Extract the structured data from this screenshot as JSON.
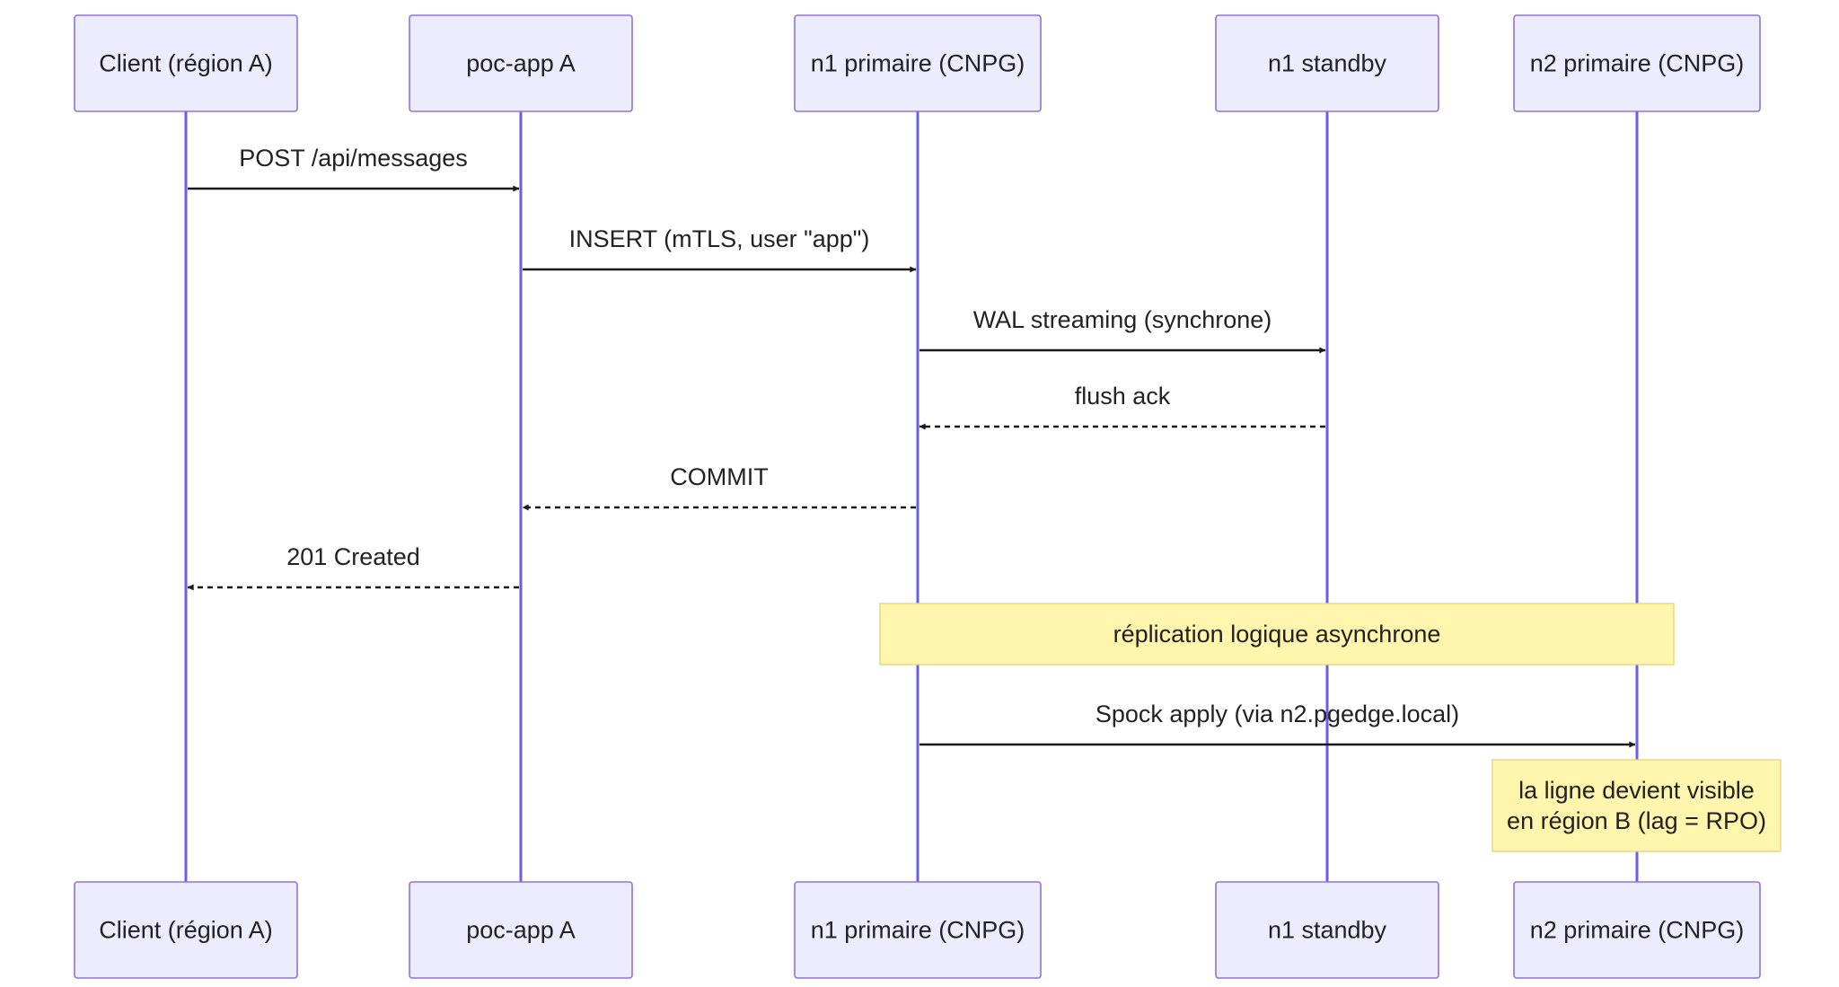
{
  "participants": [
    {
      "id": "client",
      "label": "Client (région A)"
    },
    {
      "id": "app",
      "label": "poc-app A"
    },
    {
      "id": "n1p",
      "label": "n1 primaire (CNPG)"
    },
    {
      "id": "n1s",
      "label": "n1 standby"
    },
    {
      "id": "n2p",
      "label": "n2 primaire (CNPG)"
    }
  ],
  "messages": [
    {
      "from": "client",
      "to": "app",
      "label": "POST /api/messages",
      "style": "solid"
    },
    {
      "from": "app",
      "to": "n1p",
      "label": "INSERT (mTLS, user \"app\")",
      "style": "solid"
    },
    {
      "from": "n1p",
      "to": "n1s",
      "label": "WAL streaming (synchrone)",
      "style": "solid"
    },
    {
      "from": "n1s",
      "to": "n1p",
      "label": "flush ack",
      "style": "dashed"
    },
    {
      "from": "n1p",
      "to": "app",
      "label": "COMMIT",
      "style": "dashed"
    },
    {
      "from": "app",
      "to": "client",
      "label": "201 Created",
      "style": "dashed"
    },
    {
      "from": "n1p",
      "to": "n2p",
      "label": "Spock apply (via n2.pgedge.local)",
      "style": "solid"
    }
  ],
  "notes": [
    {
      "over": [
        "n1p",
        "n2p"
      ],
      "lines": [
        "réplication logique asynchrone"
      ]
    },
    {
      "over": [
        "n2p"
      ],
      "lines": [
        "la ligne devient visible",
        "en région B (lag = RPO)"
      ]
    }
  ],
  "colors": {
    "actor_fill": "#ECECFF",
    "actor_stroke": "#9370DB",
    "lifeline": "#6C5CE7",
    "arrow": "#1a1a1a",
    "note_fill": "#FFF5AD",
    "note_stroke": "#E6D87A"
  }
}
